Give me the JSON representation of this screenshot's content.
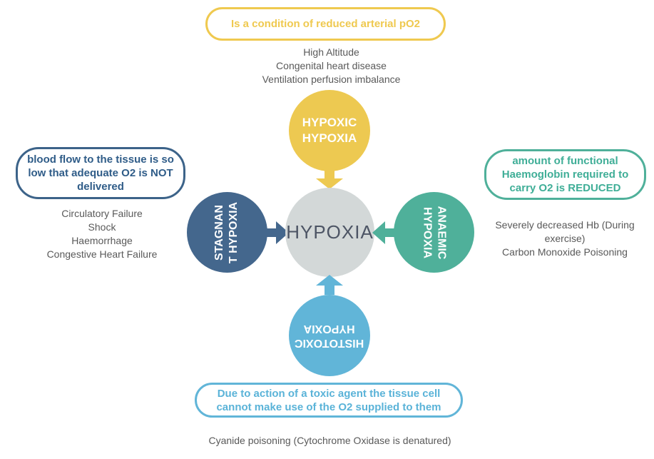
{
  "colors": {
    "yellow": "#EDC951",
    "dark_blue": "#44678D",
    "teal": "#4FB09A",
    "light_blue": "#61B5D8",
    "center_fill": "#D3D8D8",
    "center_text": "#4D5565",
    "note_text": "#595959"
  },
  "center": {
    "label": "HYPOXIA"
  },
  "hypoxic": {
    "circle_line1": "HYPOXIC",
    "circle_line2": "HYPOXIA",
    "callout": "Is a condition of reduced arterial pO2",
    "notes": [
      "High Altitude",
      "Congenital heart disease",
      "Ventilation perfusion imbalance"
    ]
  },
  "stagnant": {
    "circle_line1": "STAGNAN",
    "circle_line2": "T HYPOXIA",
    "callout": "blood flow to the tissue is so low that adequate O2 is NOT delivered",
    "notes": [
      "Circulatory Failure",
      "Shock",
      "Haemorrhage",
      "Congestive Heart Failure"
    ]
  },
  "anaemic": {
    "circle_line1": "ANAEMIC",
    "circle_line2": "HYPOXIA",
    "callout": "amount of functional Haemoglobin required to carry O2 is REDUCED",
    "notes": [
      "Severely decreased Hb (During exercise)",
      "Carbon Monoxide Poisoning"
    ]
  },
  "histotoxic": {
    "circle_line1": "HISTOTOXIC",
    "circle_line2": "HYPOXIA",
    "callout": "Due to action of a toxic agent the tissue cell cannot make use of the O2 supplied to them",
    "notes": [
      "Cyanide poisoning (Cytochrome Oxidase is denatured)"
    ]
  }
}
